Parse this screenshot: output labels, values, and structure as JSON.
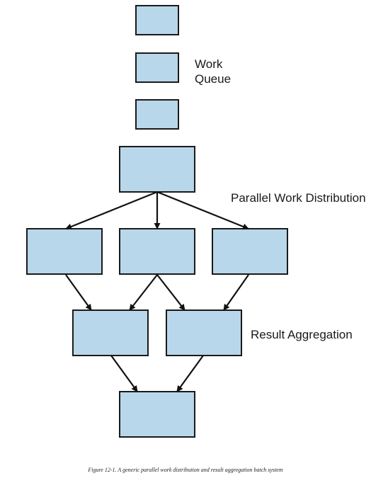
{
  "diagram": {
    "labels": {
      "work_queue_line1": "Work",
      "work_queue_line2": "Queue",
      "parallel_work_distribution": "Parallel Work Distribution",
      "result_aggregation": "Result Aggregation"
    },
    "colors": {
      "box_fill": "#b9d7ea",
      "box_stroke": "#1a1a1a",
      "arrow": "#111111"
    }
  },
  "caption": "Figure 12-1. A generic parallel work distribution and result aggregation batch system"
}
